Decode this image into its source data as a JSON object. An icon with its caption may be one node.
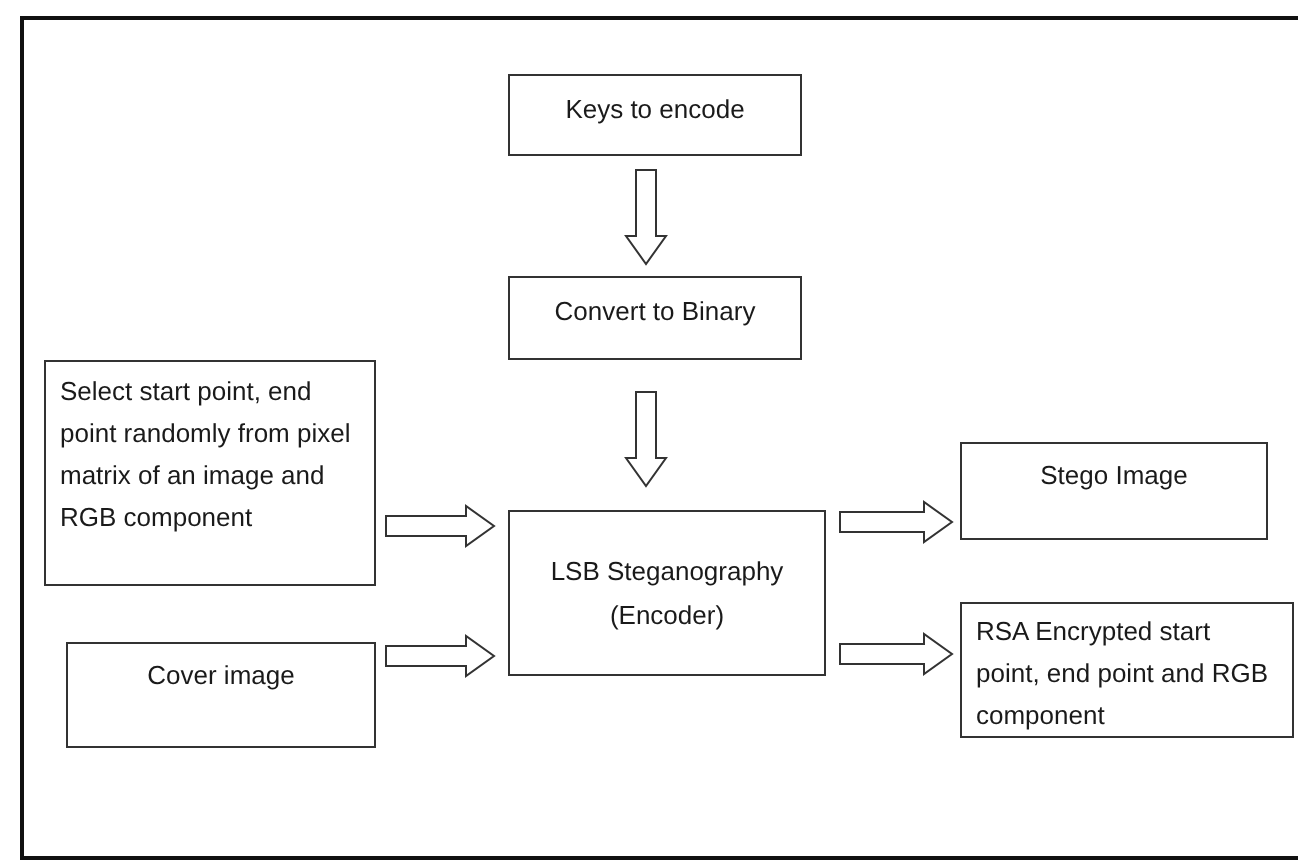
{
  "diagram": {
    "nodes": [
      {
        "text": [
          "Keys to encode"
        ]
      },
      {
        "text": [
          "Convert to Binary"
        ]
      },
      {
        "text": [
          "Select start point, end point randomly from pixel matrix of an image and RGB component"
        ]
      },
      {
        "text": [
          "Cover image"
        ]
      },
      {
        "text": [
          "LSB Steganography (Encoder)"
        ]
      },
      {
        "text": [
          "Stego Image"
        ]
      },
      {
        "text": [
          "RSA Encrypted start point, end point and RGB component"
        ]
      }
    ],
    "edges": [
      {
        "from": 0,
        "to": 1,
        "arrow": "to"
      },
      {
        "from": 1,
        "to": 4,
        "arrow": "to"
      },
      {
        "from": 2,
        "to": 4,
        "arrow": "to"
      },
      {
        "from": 3,
        "to": 4,
        "arrow": "to"
      },
      {
        "from": 4,
        "to": 5,
        "arrow": "to"
      },
      {
        "from": 4,
        "to": 6,
        "arrow": "to"
      }
    ]
  }
}
